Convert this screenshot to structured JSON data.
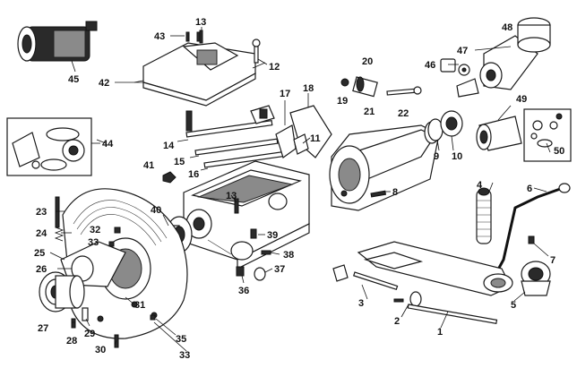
{
  "labels": [
    {
      "id": "1",
      "text": "1"
    },
    {
      "id": "2",
      "text": "2"
    },
    {
      "id": "3",
      "text": "3"
    },
    {
      "id": "4",
      "text": "4"
    },
    {
      "id": "5",
      "text": "5"
    },
    {
      "id": "6",
      "text": "6"
    },
    {
      "id": "7",
      "text": "7"
    },
    {
      "id": "8",
      "text": "8"
    },
    {
      "id": "9",
      "text": "9"
    },
    {
      "id": "10",
      "text": "10"
    },
    {
      "id": "11",
      "text": "11"
    },
    {
      "id": "12",
      "text": "12"
    },
    {
      "id": "13a",
      "text": "13"
    },
    {
      "id": "13b",
      "text": "13"
    },
    {
      "id": "14",
      "text": "14"
    },
    {
      "id": "15",
      "text": "15"
    },
    {
      "id": "16",
      "text": "16"
    },
    {
      "id": "17",
      "text": "17"
    },
    {
      "id": "18",
      "text": "18"
    },
    {
      "id": "19",
      "text": "19"
    },
    {
      "id": "20",
      "text": "20"
    },
    {
      "id": "21",
      "text": "21"
    },
    {
      "id": "22",
      "text": "22"
    },
    {
      "id": "23",
      "text": "23"
    },
    {
      "id": "24",
      "text": "24"
    },
    {
      "id": "25",
      "text": "25"
    },
    {
      "id": "26",
      "text": "26"
    },
    {
      "id": "27",
      "text": "27"
    },
    {
      "id": "28",
      "text": "28"
    },
    {
      "id": "29",
      "text": "29"
    },
    {
      "id": "30",
      "text": "30"
    },
    {
      "id": "31",
      "text": "31"
    },
    {
      "id": "32",
      "text": "32"
    },
    {
      "id": "33a",
      "text": "33"
    },
    {
      "id": "33b",
      "text": "33"
    },
    {
      "id": "35",
      "text": "35"
    },
    {
      "id": "36",
      "text": "36"
    },
    {
      "id": "37",
      "text": "37"
    },
    {
      "id": "38",
      "text": "38"
    },
    {
      "id": "39",
      "text": "39"
    },
    {
      "id": "40",
      "text": "40"
    },
    {
      "id": "41",
      "text": "41"
    },
    {
      "id": "42",
      "text": "42"
    },
    {
      "id": "43",
      "text": "43"
    },
    {
      "id": "44",
      "text": "44"
    },
    {
      "id": "45",
      "text": "45"
    },
    {
      "id": "46",
      "text": "46"
    },
    {
      "id": "47",
      "text": "47"
    },
    {
      "id": "48",
      "text": "48"
    },
    {
      "id": "49",
      "text": "49"
    },
    {
      "id": "50",
      "text": "50"
    }
  ]
}
